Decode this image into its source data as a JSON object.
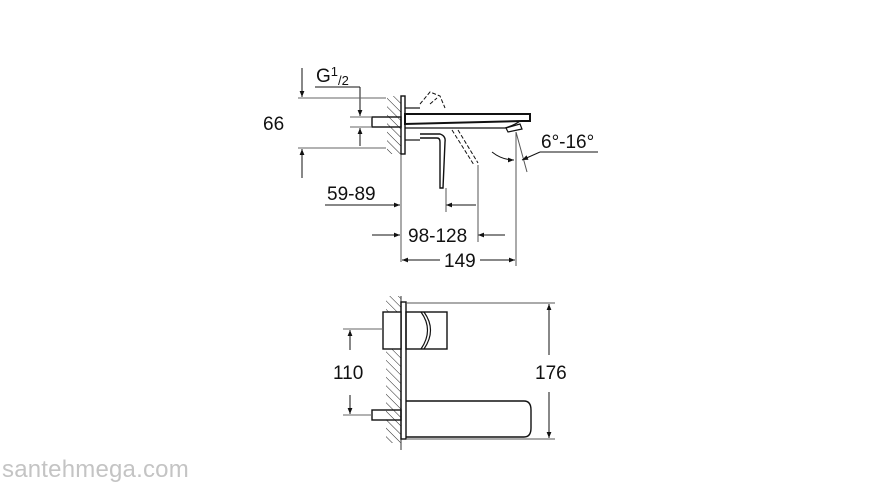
{
  "drawing": {
    "side_view": {
      "thread_label": "G",
      "thread_sup": "1",
      "thread_sub": "/2",
      "dim_height": "66",
      "dim_wall_depth": "59-89",
      "dim_handle_reach": "98-128",
      "dim_total_projection": "149",
      "dim_spout_angle": "6°-16°"
    },
    "front_view": {
      "dim_center_distance": "110",
      "dim_total_height": "176"
    },
    "colors": {
      "line": "#111111",
      "dim_line": "#555555",
      "watermark": "#c4c4c4"
    }
  },
  "watermark": {
    "text": "santehmega.com"
  }
}
